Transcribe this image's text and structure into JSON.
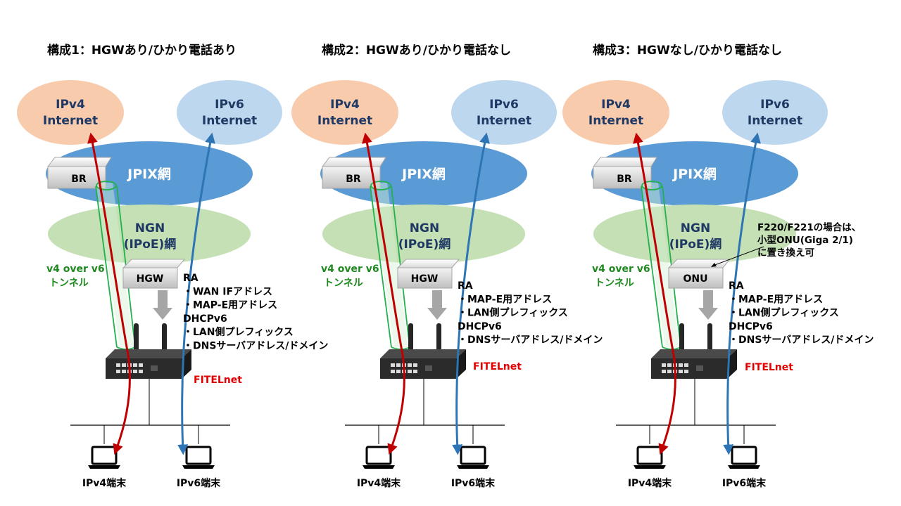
{
  "configs": [
    {
      "title": "構成1：HGWあり/ひかり電話あり",
      "ipv4": [
        "IPv4",
        "Internet"
      ],
      "ipv6": [
        "IPv6",
        "Internet"
      ],
      "br": "BR",
      "jpix": "JPIX網",
      "ngn": [
        "NGN",
        "(IPoE)網"
      ],
      "tunnel": [
        "v4 over v6",
        "トンネル"
      ],
      "gateway": "HGW",
      "ra_lines": [
        "RA",
        "・WAN IFアドレス",
        "・MAP-E用アドレス",
        "DHCPv6",
        "・LAN側プレフィックス",
        "・DNSサーバアドレス/ドメイン"
      ],
      "router": "FITELnet",
      "terminal_v4": "IPv4端末",
      "terminal_v6": "IPv6端末"
    },
    {
      "title": "構成2：HGWあり/ひかり電話なし",
      "ipv4": [
        "IPv4",
        "Internet"
      ],
      "ipv6": [
        "IPv6",
        "Internet"
      ],
      "br": "BR",
      "jpix": "JPIX網",
      "ngn": [
        "NGN",
        "(IPoE)網"
      ],
      "tunnel": [
        "v4 over v6",
        "トンネル"
      ],
      "gateway": "HGW",
      "ra_lines": [
        "RA",
        "・MAP-E用アドレス",
        "・LAN側プレフィックス",
        "DHCPv6",
        "・DNSサーバアドレス/ドメイン"
      ],
      "router": "FITELnet",
      "terminal_v4": "IPv4端末",
      "terminal_v6": "IPv6端末"
    },
    {
      "title": "構成3：HGWなし/ひかり電話なし",
      "ipv4": [
        "IPv4",
        "Internet"
      ],
      "ipv6": [
        "IPv6",
        "Internet"
      ],
      "br": "BR",
      "jpix": "JPIX網",
      "ngn": [
        "NGN",
        "(IPoE)網"
      ],
      "tunnel": [
        "v4 over v6",
        "トンネル"
      ],
      "gateway": "ONU",
      "ra_lines": [
        "RA",
        "・MAP-E用アドレス",
        "・LAN側プレフィックス",
        "DHCPv6",
        "・DNSサーバアドレス/ドメイン"
      ],
      "router": "FITELnet",
      "terminal_v4": "IPv4端末",
      "terminal_v6": "IPv6端末",
      "note": [
        "F220/F221の場合は、",
        "小型ONU(Giga 2/1)",
        "に置き換え可"
      ]
    }
  ],
  "colors": {
    "ipv4_cloud": "#f8cbad",
    "ipv6_cloud": "#bdd7ee",
    "jpix": "#5b9bd5",
    "ngn": "#c5e0b4",
    "tunnel": "#22b14c",
    "ipv4_arrow": "#c00000",
    "ipv6_arrow": "#2e75b6",
    "router_label": "#e00000"
  }
}
